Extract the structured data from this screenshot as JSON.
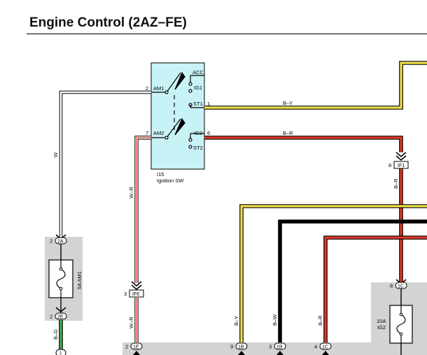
{
  "title": "Engine Control (2AZ–FE)",
  "colors": {
    "yellow": "#f2e14a",
    "red": "#e23a2a",
    "green": "#41b34a",
    "black": "#111111",
    "white_wire": "#ffffff",
    "switch_fill": "#c8f3f6",
    "shade": "#d3d3d3"
  },
  "ignition_switch": {
    "ref": "I15",
    "name": "Ignition SW",
    "terminals": {
      "acc": "ACC",
      "ig1": "IG1",
      "st1": "ST1",
      "ig2": "IG2",
      "st2": "ST2",
      "am1": "AM1",
      "am2": "AM2"
    },
    "pins": {
      "am1": "2",
      "am2": "7",
      "st1": "1",
      "ig2": "6"
    }
  },
  "wires": {
    "w": "W",
    "w_r_upper": "W–R",
    "w_r_lower": "W–R",
    "b_y_top": "B–Y",
    "b_r_top": "B–R",
    "b_r_vertical": "B–R",
    "b_g": "B–G",
    "b_y_bottom": "B–Y",
    "b_w_bottom": "B–W",
    "b_r_bottom": "B–R"
  },
  "connectors": {
    "c2a": {
      "pin": "2",
      "code": "2A"
    },
    "c2e": {
      "pin": "2",
      "code": "2E"
    },
    "if6": {
      "pin": "3",
      "code": "IF6"
    },
    "if1": {
      "pin": "8",
      "code": "IF1"
    },
    "c1c_top": {
      "pin": "8",
      "code": "1C"
    },
    "c1e": {
      "pin": "2",
      "code": "1E"
    },
    "c1b_a": {
      "pin": "9",
      "code": "1B"
    },
    "c1b_b": {
      "pin": "3",
      "code": "1B"
    },
    "c1c_bottom": {
      "pin": "4",
      "code": "1C"
    },
    "bottom_stub": "1"
  },
  "fuses": {
    "am1_fuse": "5A AM1",
    "ig2_fuse_amp": "10A",
    "ig2_fuse_name": "IG2"
  }
}
